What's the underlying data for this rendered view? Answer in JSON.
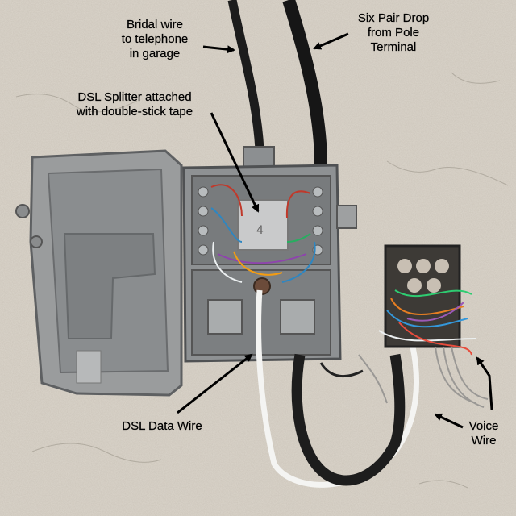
{
  "annotations": {
    "bridal_wire": [
      "Bridal wire",
      "to telephone",
      "in  garage"
    ],
    "six_pair_drop": [
      "Six Pair Drop",
      "from Pole",
      "Terminal"
    ],
    "dsl_splitter": [
      "DSL Splitter attached",
      "with double-stick tape"
    ],
    "dsl_data_wire": "DSL Data Wire",
    "voice_wire": [
      "Voice",
      "Wire"
    ]
  },
  "colors": {
    "wall": "#d8d2c8",
    "box_plastic": "#8e9193",
    "cable": "#1b1b1b",
    "arrow": "#000000"
  }
}
